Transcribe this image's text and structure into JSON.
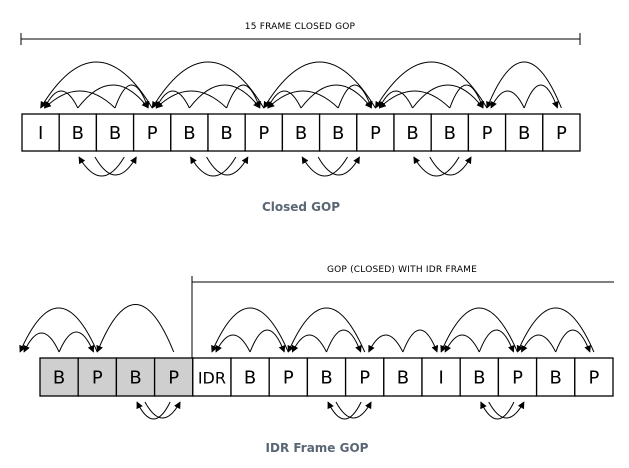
{
  "diagram": {
    "top": {
      "span_label": "15 FRAME CLOSED GOP",
      "caption": "Closed GOP",
      "frames": [
        "I",
        "B",
        "B",
        "P",
        "B",
        "B",
        "P",
        "B",
        "B",
        "P",
        "B",
        "B",
        "P",
        "B",
        "P"
      ]
    },
    "bottom": {
      "span_label": "GOP (CLOSED) WITH IDR FRAME",
      "caption": "IDR Frame GOP",
      "frames": [
        "B",
        "P",
        "B",
        "P",
        "IDR",
        "B",
        "P",
        "B",
        "P",
        "B",
        "I",
        "B",
        "P",
        "B",
        "P"
      ],
      "shaded_count": 4,
      "shade_color": "#cfcfcf"
    }
  }
}
